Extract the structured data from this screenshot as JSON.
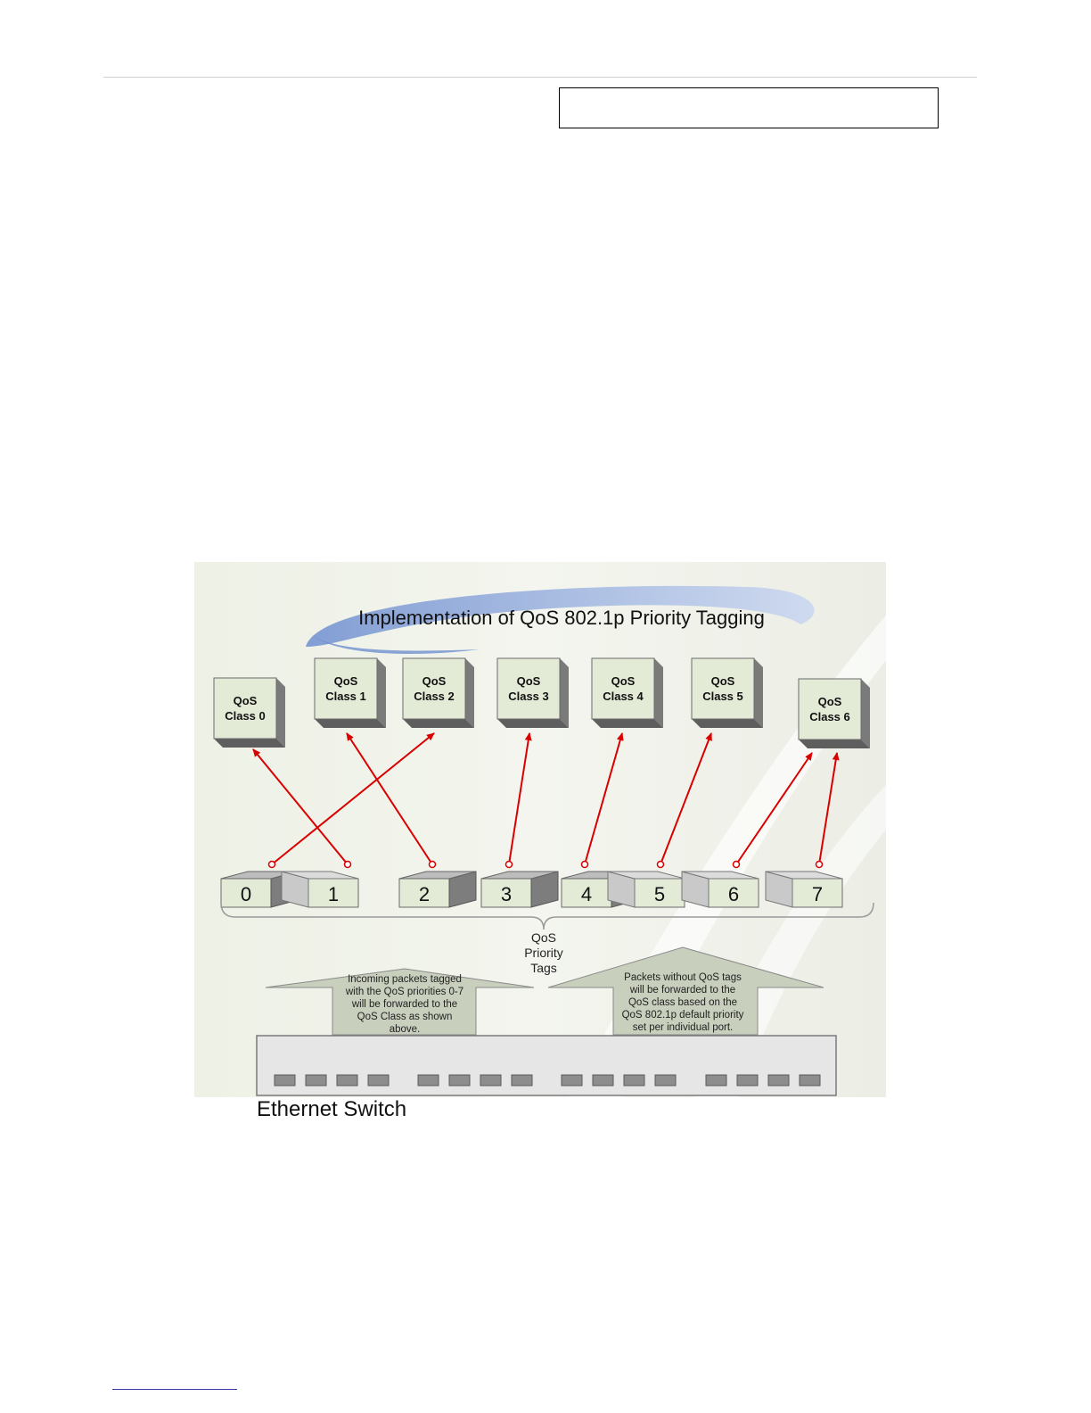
{
  "diagram": {
    "title": "Implementation of QoS 802.1p Priority Tagging",
    "classes": [
      {
        "line1": "QoS",
        "line2": "Class 0"
      },
      {
        "line1": "QoS",
        "line2": "Class 1"
      },
      {
        "line1": "QoS",
        "line2": "Class 2"
      },
      {
        "line1": "QoS",
        "line2": "Class 3"
      },
      {
        "line1": "QoS",
        "line2": "Class 4"
      },
      {
        "line1": "QoS",
        "line2": "Class 5"
      },
      {
        "line1": "QoS",
        "line2": "Class 6"
      }
    ],
    "tags": [
      "0",
      "1",
      "2",
      "3",
      "4",
      "5",
      "6",
      "7"
    ],
    "mapping": [
      {
        "tag": 0,
        "class": 2
      },
      {
        "tag": 1,
        "class": 0
      },
      {
        "tag": 2,
        "class": 1
      },
      {
        "tag": 3,
        "class": 3
      },
      {
        "tag": 4,
        "class": 4
      },
      {
        "tag": 5,
        "class": 5
      },
      {
        "tag": 6,
        "class": 6
      },
      {
        "tag": 7,
        "class": 6
      }
    ],
    "brace_label": [
      "QoS",
      "Priority",
      "Tags"
    ],
    "left_note": [
      "Incoming packets tagged",
      "with the QoS priorities 0-7",
      "will be forwarded to the",
      "QoS Class as shown",
      "above."
    ],
    "right_note": [
      "Packets without QoS tags",
      "will be forwarded to the",
      "QoS class based on the",
      "QoS 802.1p default priority",
      "set per individual port."
    ],
    "switch_label": "Ethernet Switch",
    "colors": {
      "arrow": "#d90000",
      "box_face": "#e3ead6",
      "box_side": "#7a7a7a",
      "panel": "#e6e6e6",
      "swoosh": "#8aa4d8"
    }
  }
}
